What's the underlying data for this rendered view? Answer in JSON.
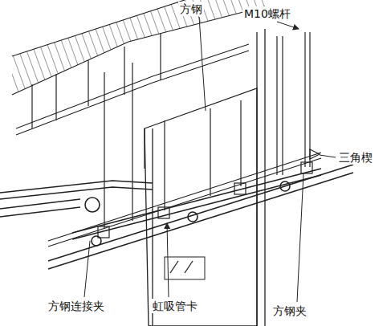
{
  "diagram": {
    "labels": [
      "方钢",
      "M10螺杆",
      "三角楔",
      "方钢连接夹",
      "虹吸管卡",
      "方钢夹"
    ]
  }
}
